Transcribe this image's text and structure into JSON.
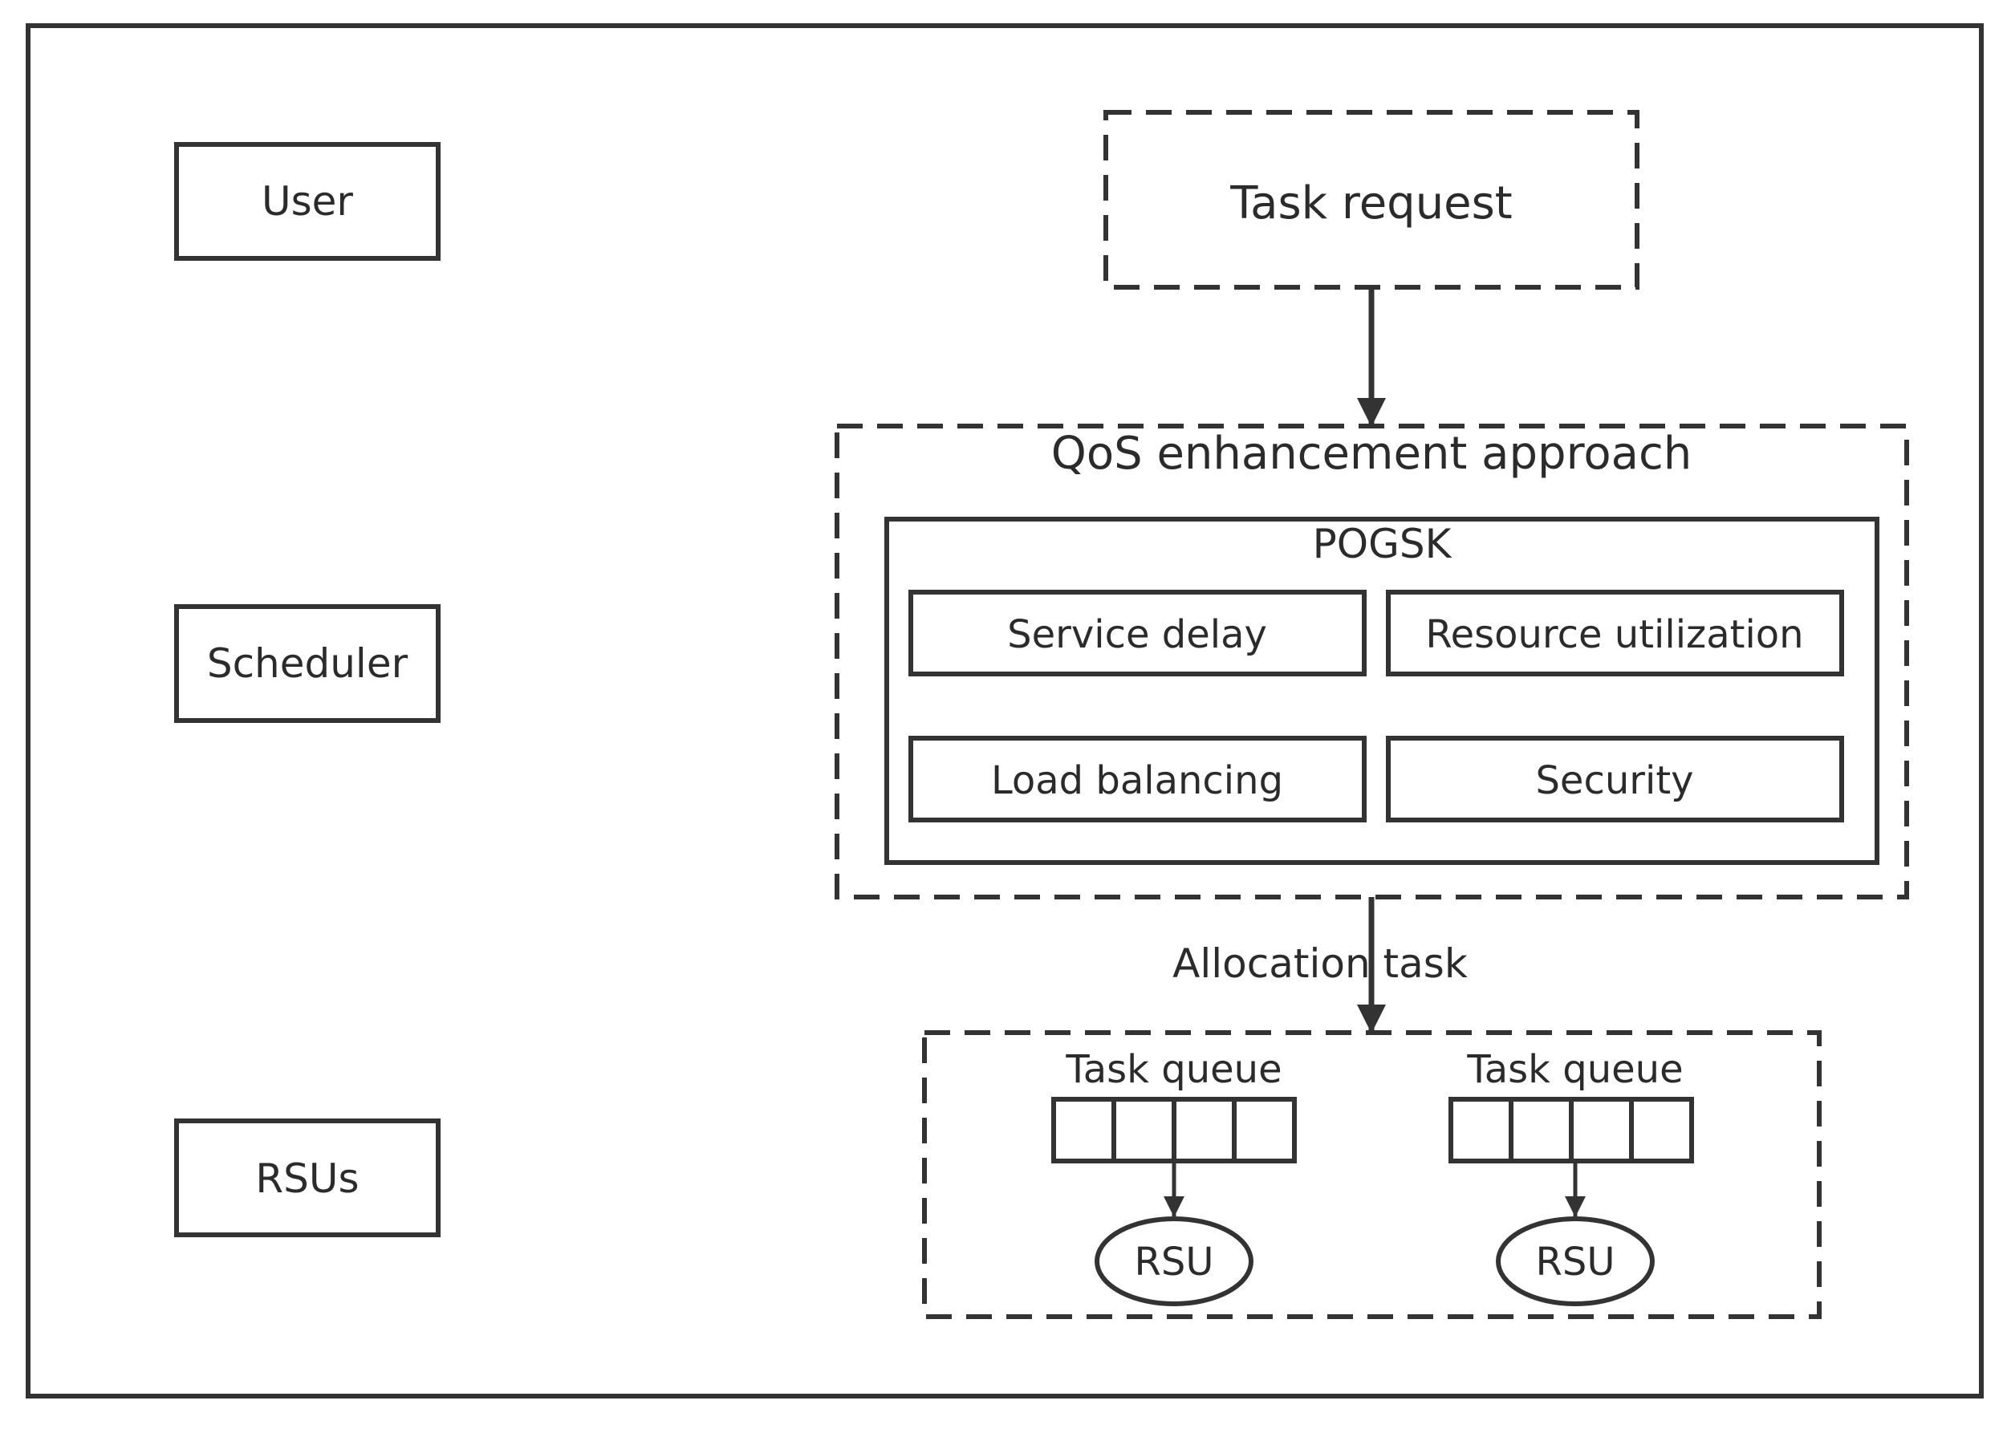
{
  "roles": {
    "user": "User",
    "scheduler": "Scheduler",
    "rsus": "RSUs"
  },
  "flow": {
    "task_request": "Task request",
    "qos_title": "QoS enhancement approach",
    "pogsk_title": "POGSK",
    "factors": [
      "Service delay",
      "Resource utilization",
      "Load balancing",
      "Security"
    ],
    "allocation_label": "Allocation task",
    "queues": [
      {
        "label": "Task queue",
        "node": "RSU",
        "slots": 4
      },
      {
        "label": "Task queue",
        "node": "RSU",
        "slots": 4
      }
    ]
  },
  "colors": {
    "stroke": "#333333",
    "text": "#2b2b2b",
    "background": "#ffffff"
  }
}
